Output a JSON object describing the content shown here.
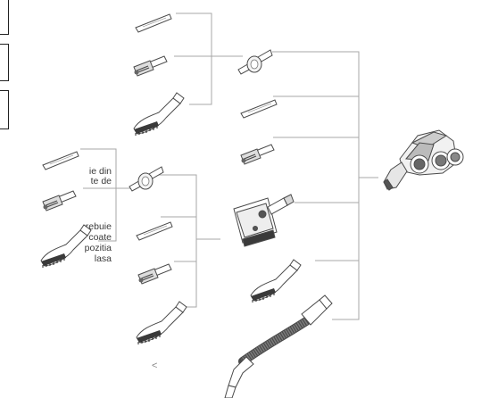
{
  "text_fragments": {
    "block1": [
      "ie din",
      "te de"
    ],
    "block2": [
      "rebuie",
      "coate",
      "pozitia",
      "lasa"
    ]
  },
  "footer_mark": "<",
  "colors": {
    "line": "#a7a7a7",
    "stroke": "#4a4a4a",
    "hose": "#7c7c7c",
    "text": "#3a3a3a"
  },
  "icons": [
    "crevice-nozzle-icon",
    "dusting-brush-icon",
    "angled-brush-nozzle-icon",
    "adapter-connector-icon",
    "motorized-floor-brush-icon",
    "flexible-hose-icon",
    "handheld-vacuum-body-icon"
  ]
}
